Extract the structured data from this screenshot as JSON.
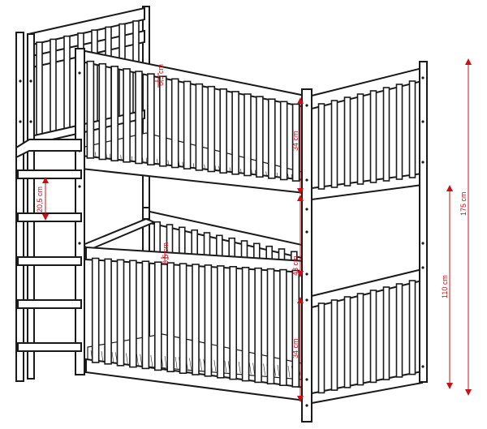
{
  "product": "bunk-bed-with-ladder",
  "dimensions": {
    "top_slat_gap": "6,5 cm",
    "top_rail_height": "34 cm",
    "ladder_step": "20,5 cm",
    "bottom_slat_gap": "6,5 cm",
    "bed_gap": "43 cm",
    "bottom_rail_height": "34 cm",
    "lower_height": "110 cm",
    "total_height": "175 cm"
  },
  "colors": {
    "line": "#1a1a1a",
    "dimension": "#c8101a",
    "background": "#ffffff"
  }
}
